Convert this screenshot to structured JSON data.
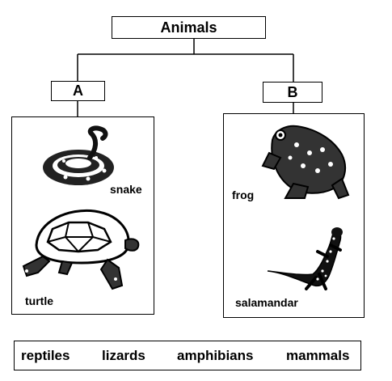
{
  "diagram": {
    "root": {
      "label": "Animals"
    },
    "groups": [
      {
        "label": "A",
        "animals": [
          "snake",
          "turtle"
        ]
      },
      {
        "label": "B",
        "animals": [
          "frog",
          "salamandar"
        ]
      }
    ]
  },
  "word_bank": [
    "reptiles",
    "lizards",
    "amphibians",
    "mammals"
  ]
}
